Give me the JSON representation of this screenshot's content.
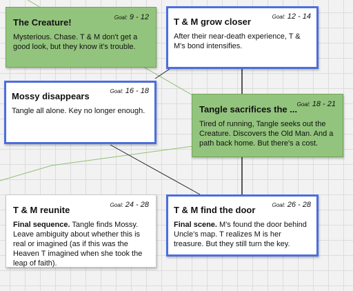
{
  "cards": [
    {
      "title": "The Creature!",
      "goal_label": "Goal:",
      "goal_value": "9 - 12",
      "desc_bold": "",
      "desc": "Mysterious. Chase. T & M don't get a good look, but they know it's trouble."
    },
    {
      "title": "T & M grow closer",
      "goal_label": "Goal:",
      "goal_value": "12 - 14",
      "desc_bold": "",
      "desc": "After their near-death experience, T & M's bond intensifies."
    },
    {
      "title": "Mossy disappears",
      "goal_label": "Goal:",
      "goal_value": "16 - 18",
      "desc_bold": "",
      "desc": "Tangle all alone. Key no longer enough."
    },
    {
      "title": "Tangle sacrifices the ...",
      "goal_label": "Goal:",
      "goal_value": "18 - 21",
      "desc_bold": "",
      "desc": "Tired of running, Tangle seeks out the Creature. Discovers the Old Man. And a path back home. But there's a cost."
    },
    {
      "title": "T & M reunite",
      "goal_label": "Goal:",
      "goal_value": "24 - 28",
      "desc_bold": "Final sequence.",
      "desc": " Tangle finds Mossy. Leave ambiguity about whether this is real or imagined (as if this was the Heaven T imagined when she took the leap of faith)."
    },
    {
      "title": "T & M find the door",
      "goal_label": "Goal:",
      "goal_value": "26 - 28",
      "desc_bold": "Final scene.",
      "desc": " M's found the door behind Uncle's map. T realizes M is her treasure. But they still turn the key."
    }
  ],
  "colors": {
    "plot_card": "#93c47d",
    "selection_border": "#4a6ee0",
    "connector_green": "#8fbf6f",
    "connector_dark": "#222222"
  }
}
